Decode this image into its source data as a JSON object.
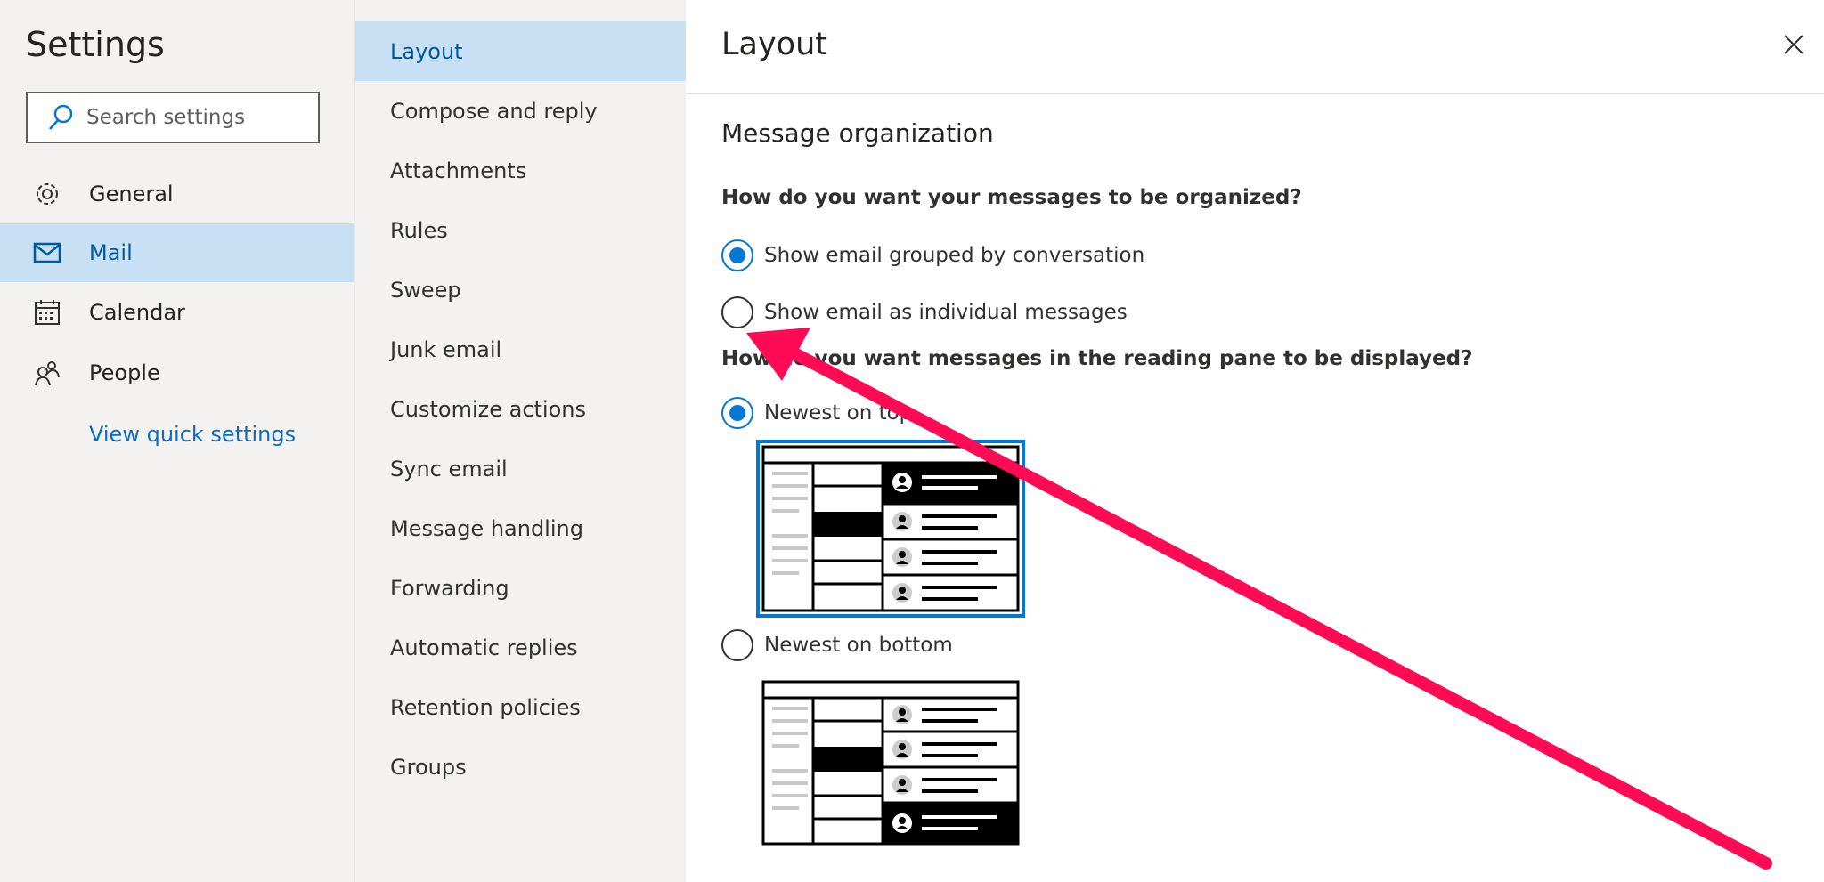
{
  "sidebar": {
    "title": "Settings",
    "search_placeholder": "Search settings",
    "items": [
      {
        "label": "General",
        "icon": "gear-icon"
      },
      {
        "label": "Mail",
        "icon": "mail-icon",
        "selected": true
      },
      {
        "label": "Calendar",
        "icon": "calendar-icon"
      },
      {
        "label": "People",
        "icon": "people-icon"
      }
    ],
    "quick_settings": "View quick settings"
  },
  "submenu": {
    "items": [
      "Layout",
      "Compose and reply",
      "Attachments",
      "Rules",
      "Sweep",
      "Junk email",
      "Customize actions",
      "Sync email",
      "Message handling",
      "Forwarding",
      "Automatic replies",
      "Retention policies",
      "Groups"
    ],
    "selected": "Layout"
  },
  "pane": {
    "title": "Layout",
    "close_icon": "close-icon",
    "section": "Message organization",
    "q1": "How do you want your messages to be organized?",
    "q1_options": [
      "Show email grouped by conversation",
      "Show email as individual messages"
    ],
    "q1_selected": 0,
    "q2": "How do you want messages in the reading pane to be displayed?",
    "q2_options": [
      "Newest on top",
      "Newest on bottom"
    ],
    "q2_selected": 0
  },
  "colors": {
    "accent": "#0078d4",
    "selected_bg": "#c7e0f4",
    "annotation_arrow": "#ff0a54"
  }
}
